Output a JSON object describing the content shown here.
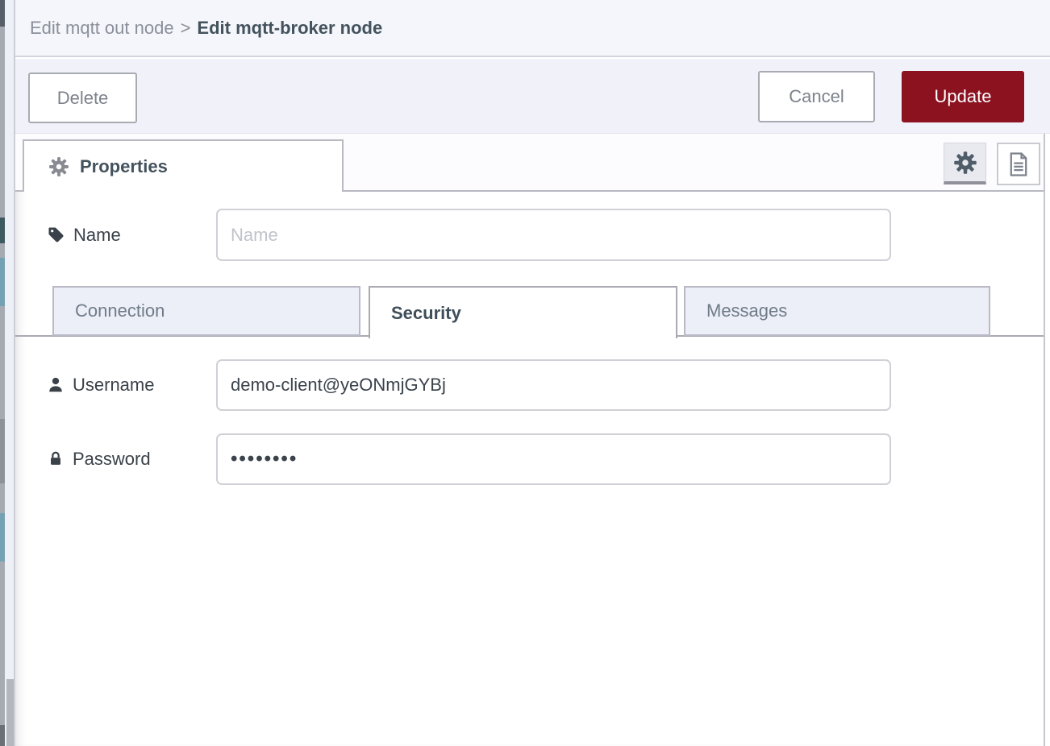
{
  "breadcrumb": {
    "parent": "Edit mqtt out node",
    "separator": ">",
    "current": "Edit mqtt-broker node"
  },
  "toolbar": {
    "delete_label": "Delete",
    "cancel_label": "Cancel",
    "update_label": "Update"
  },
  "editor": {
    "properties_tab_label": "Properties"
  },
  "form": {
    "name_label": "Name",
    "name_placeholder": "Name",
    "name_value": "",
    "tabs": [
      {
        "label": "Connection",
        "active": false
      },
      {
        "label": "Security",
        "active": true
      },
      {
        "label": "Messages",
        "active": false
      }
    ],
    "username_label": "Username",
    "username_value": "demo-client@yeONmjGYBj",
    "password_label": "Password",
    "password_value": "••••••••"
  },
  "icons": {
    "properties_tab": "gear",
    "node_settings_button": "gear",
    "description_button": "document",
    "name_field": "tag",
    "username_field": "user",
    "password_field": "lock"
  },
  "colors": {
    "update_button": "#8C1220",
    "header_background": "#f1f2f9",
    "inactive_tab_background": "#eceef8",
    "palette_node_teal": "#74a2b2"
  }
}
